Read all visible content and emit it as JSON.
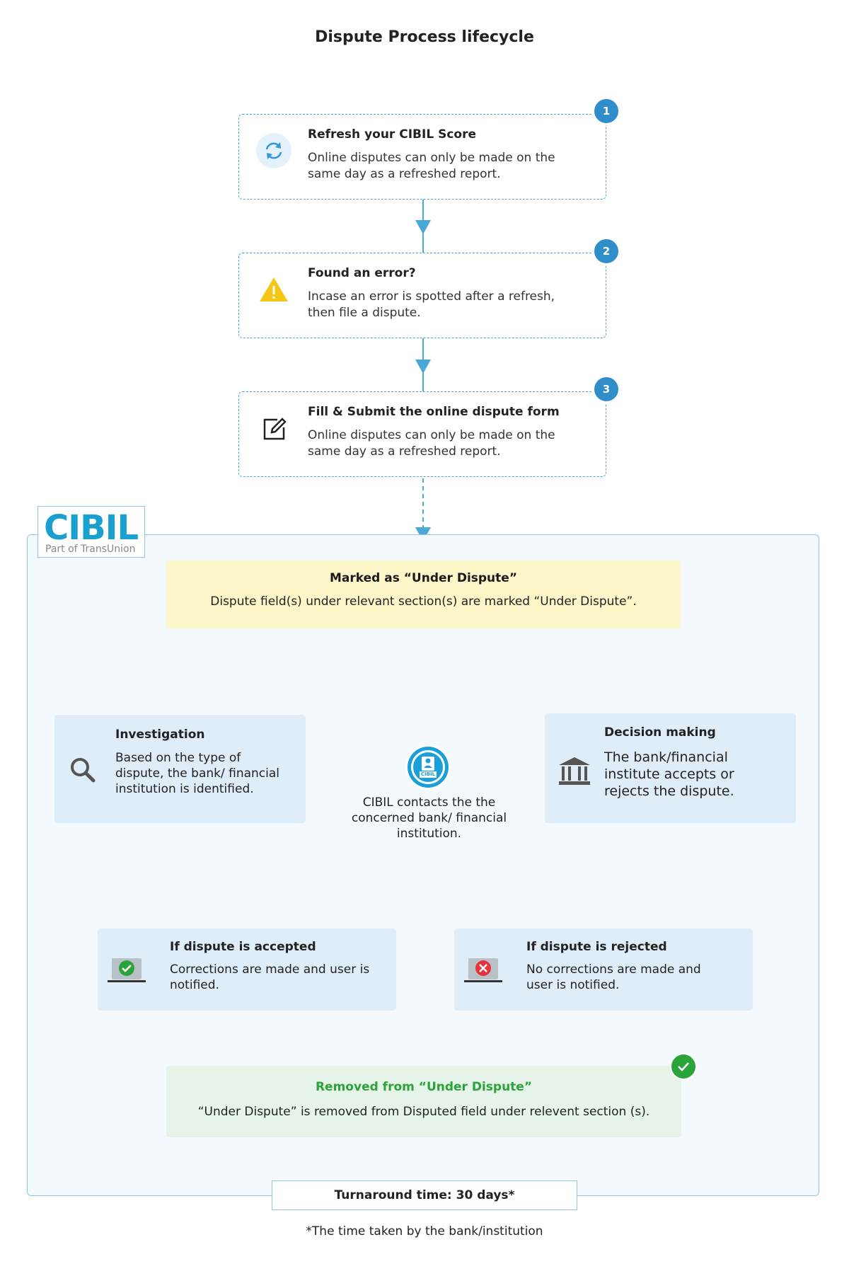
{
  "title": "Dispute Process lifecycle",
  "steps": [
    {
      "number": "1",
      "title": "Refresh your CIBIL Score",
      "description": "Online disputes can only be made on the same day as a refreshed report.",
      "icon": "refresh-icon"
    },
    {
      "number": "2",
      "title": "Found an error?",
      "description": "Incase an error is spotted after a refresh, then file a dispute.",
      "icon": "warning-icon"
    },
    {
      "number": "3",
      "title": "Fill & Submit the online dispute form",
      "description": "Online disputes can only be made on the same day as a refreshed report.",
      "icon": "edit-form-icon"
    }
  ],
  "logo": {
    "text": "CIBIL",
    "subtext": "Part of TransUnion",
    "icon_text": "CIBIL"
  },
  "marked": {
    "title": "Marked as “Under Dispute”",
    "description": "Dispute field(s) under relevant section(s) are marked “Under Dispute”."
  },
  "investigation": {
    "title": "Investigation",
    "description": "Based on the type of dispute, the bank/ financial institution is identified.",
    "icon": "search-icon"
  },
  "contact_text": "CIBIL contacts the the concerned bank/ financial institution.",
  "decision": {
    "title": "Decision making",
    "description": "The bank/financial institute accepts or rejects the dispute.",
    "icon": "bank-icon"
  },
  "accepted": {
    "title": "If dispute is accepted",
    "description": "Corrections are made and user is notified.",
    "icon": "laptop-check-icon"
  },
  "rejected": {
    "title": "If dispute is rejected",
    "description": "No corrections are made and user is notified.",
    "icon": "laptop-cross-icon"
  },
  "removed": {
    "title": "Removed from “Under Dispute”",
    "description": "“Under Dispute” is removed from Disputed field under relevent section (s)."
  },
  "turnaround": "Turnaround time: 30 days*",
  "footnote": "*The time taken by the bank/institution",
  "colors": {
    "accent": "#2f8dc9",
    "dashed": "#4aa8d6",
    "success": "#2aa33a",
    "error": "#e5333d",
    "warning": "#f5c518"
  }
}
